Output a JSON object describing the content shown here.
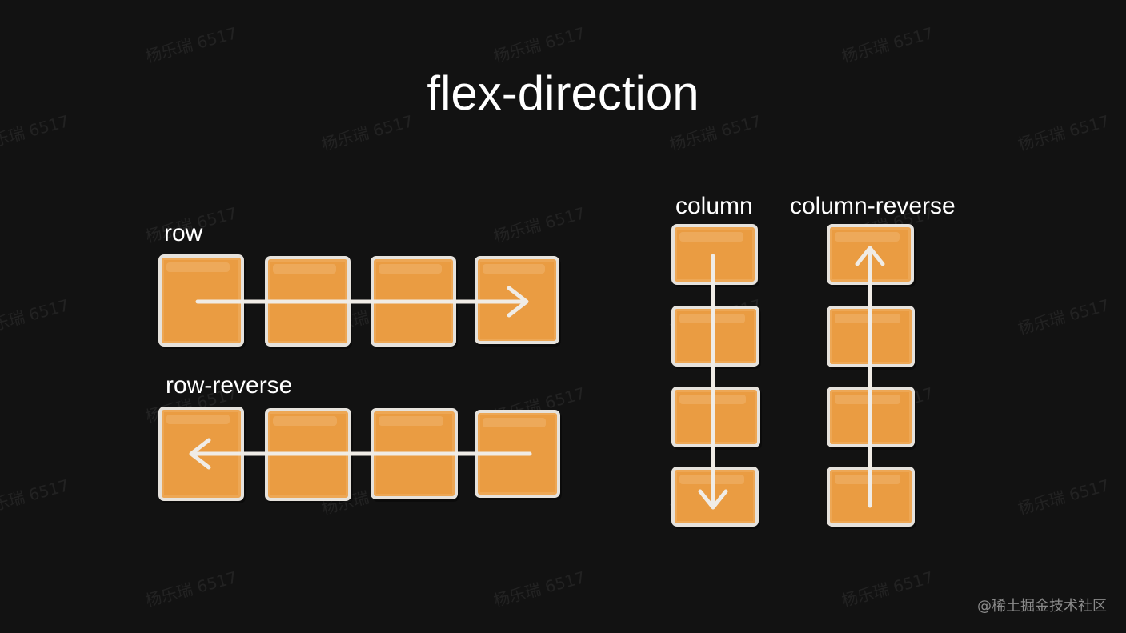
{
  "title": "flex-direction",
  "diagrams": [
    {
      "id": "row",
      "label": "row",
      "orientation": "horizontal",
      "arrow_direction": "forward",
      "item_count": 4
    },
    {
      "id": "row-reverse",
      "label": "row-reverse",
      "orientation": "horizontal",
      "arrow_direction": "reverse",
      "item_count": 4
    },
    {
      "id": "column",
      "label": "column",
      "orientation": "vertical",
      "arrow_direction": "forward",
      "item_count": 4
    },
    {
      "id": "column-reverse",
      "label": "column-reverse",
      "orientation": "vertical",
      "arrow_direction": "reverse",
      "item_count": 4
    }
  ],
  "watermark": "杨乐瑞 6517",
  "credit": "@稀土掘金技术社区",
  "colors": {
    "background": "#121212",
    "box_fill": "#EA9C42",
    "box_border": "#E6E2DC",
    "arrow": "#F0ECE6",
    "text": "#FFFFFF"
  }
}
